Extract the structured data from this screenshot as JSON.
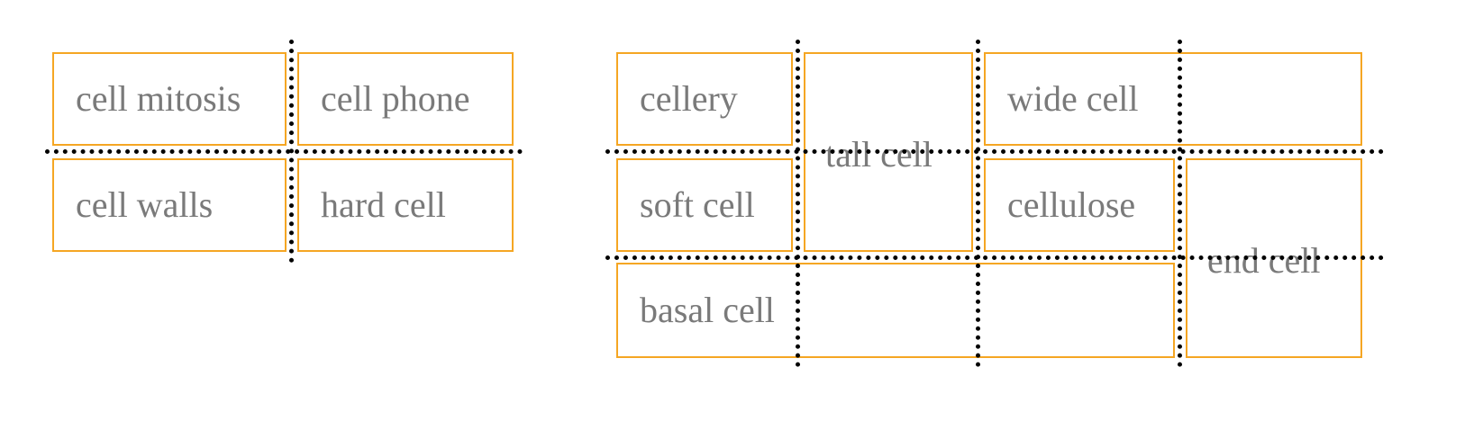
{
  "grid_left": {
    "cells": [
      "cell mitosis",
      "cell phone",
      "cell walls",
      "hard cell"
    ]
  },
  "grid_right": {
    "cells": [
      "cellery",
      "tall cell",
      "wide cell",
      "soft cell",
      "cellulose",
      "end cell",
      "basal cell"
    ]
  },
  "colors": {
    "cell_border": "#f5a623",
    "cell_text": "#7a7a7a",
    "gridline": "#000000",
    "background": "#ffffff"
  }
}
